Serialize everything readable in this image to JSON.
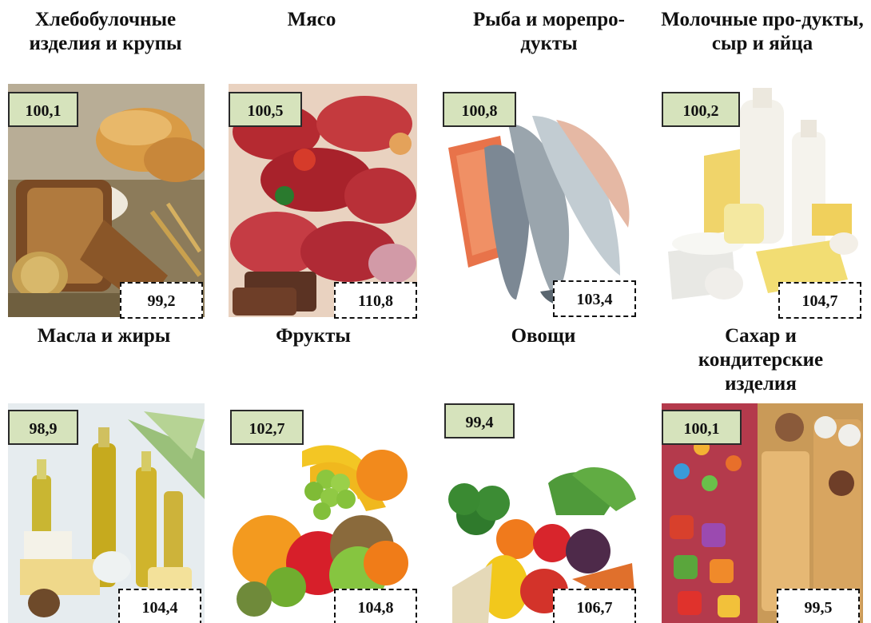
{
  "categories": [
    {
      "id": "bread",
      "title": "Хлебобулочные изделия и крупы",
      "value_top": "100,1",
      "value_bottom": "99,2",
      "photo_icon": "bread-grain-photo-icon"
    },
    {
      "id": "meat",
      "title": "Мясо",
      "value_top": "100,5",
      "value_bottom": "110,8",
      "photo_icon": "meat-photo-icon"
    },
    {
      "id": "fish",
      "title": "Рыба и морепро-дукты",
      "value_top": "100,8",
      "value_bottom": "103,4",
      "photo_icon": "fish-photo-icon"
    },
    {
      "id": "dairy",
      "title": "Молочные про-дукты, сыр и яйца",
      "value_top": "100,2",
      "value_bottom": "104,7",
      "photo_icon": "dairy-photo-icon"
    },
    {
      "id": "oils",
      "title": "Масла и жиры",
      "value_top": "98,9",
      "value_bottom": "104,4",
      "photo_icon": "oil-bottles-photo-icon"
    },
    {
      "id": "fruit",
      "title": "Фрукты",
      "value_top": "102,7",
      "value_bottom": "104,8",
      "photo_icon": "fruit-photo-icon"
    },
    {
      "id": "veg",
      "title": "Овощи",
      "value_top": "99,4",
      "value_bottom": "106,7",
      "photo_icon": "vegetables-photo-icon"
    },
    {
      "id": "sweets",
      "title": "Сахар и кондитерские изделия",
      "value_top": "100,1",
      "value_bottom": "99,5",
      "photo_icon": "sweets-photo-icon"
    }
  ],
  "colors": {
    "top_label_bg": "#d6e3bc",
    "top_label_border": "#2a2a2a",
    "bottom_label_border": "#111111"
  }
}
